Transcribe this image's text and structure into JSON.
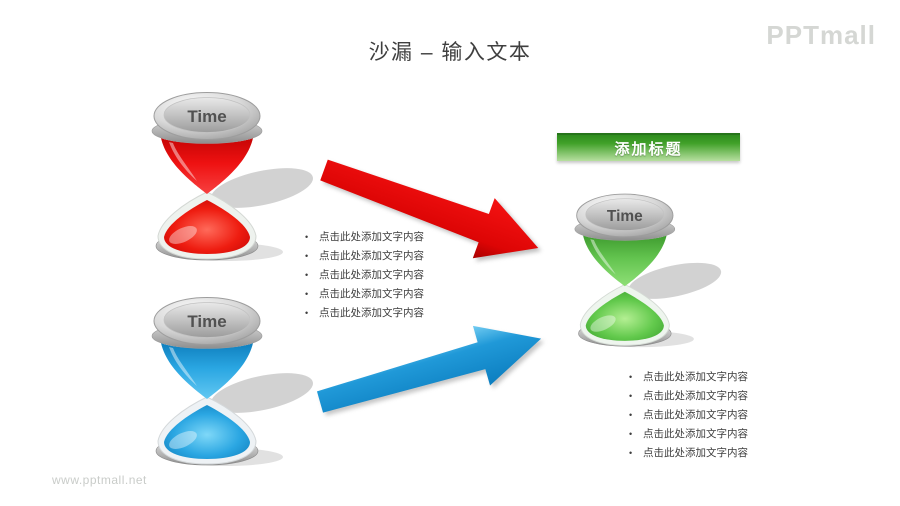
{
  "page": {
    "title": "沙漏 – 输入文本",
    "logo": "PPTmall",
    "watermark": "www.pptmall.net",
    "background": "#ffffff"
  },
  "banner": {
    "label": "添加标题",
    "gradient_top": "#2e8c1d",
    "gradient_bottom": "#b7dfa0",
    "text_color": "#ffffff"
  },
  "hourglasses": [
    {
      "name": "red-hourglass",
      "label": "Time",
      "color": "#e81010"
    },
    {
      "name": "blue-hourglass",
      "label": "Time",
      "color": "#2aa6e2"
    },
    {
      "name": "green-hourglass",
      "label": "Time",
      "color": "#62c94c"
    }
  ],
  "arrows": [
    {
      "name": "red-arrow",
      "color": "#dd0505",
      "direction": "down-right"
    },
    {
      "name": "blue-arrow",
      "color": "#2099d8",
      "direction": "up-right"
    }
  ],
  "lists": {
    "middle": {
      "items": [
        "点击此处添加文字内容",
        "点击此处添加文字内容",
        "点击此处添加文字内容",
        "点击此处添加文字内容",
        "点击此处添加文字内容"
      ]
    },
    "right": {
      "items": [
        "点击此处添加文字内容",
        "点击此处添加文字内容",
        "点击此处添加文字内容",
        "点击此处添加文字内容",
        "点击此处添加文字内容"
      ]
    }
  },
  "text_colors": {
    "title": "#3f3f3f",
    "body": "#3d3d3d",
    "watermark": "#c9ccc9",
    "logo": "#d5d7d4",
    "time_label": "#515151"
  }
}
